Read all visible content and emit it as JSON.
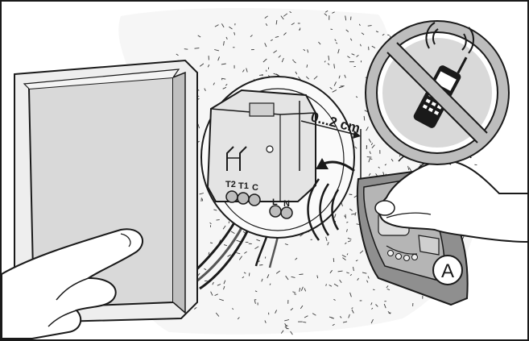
{
  "module": {
    "terminal_labels": [
      "T2",
      "T1",
      "C",
      "L",
      "N"
    ]
  },
  "distance_label": "0...2 cm",
  "remote_label": "A",
  "icons": {
    "no_phone": "no-mobile-phone-icon",
    "switch_symbol": "switch-symbol-icon",
    "signal_waves": "signal-waves-icon"
  },
  "colors": {
    "line": "#1a1a1a",
    "switch_face": "#d9d9d9",
    "module_body": "#e4e4e4",
    "remote_body": "#8f8f8f",
    "wall_speckle": "#3a3a3a"
  }
}
